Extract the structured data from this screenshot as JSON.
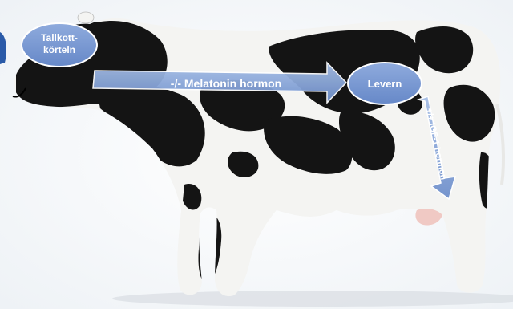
{
  "diagram": {
    "nodes": {
      "pineal_gland": {
        "line1": "Tallkott-",
        "line2": "körteln"
      },
      "liver": {
        "label": "Levern"
      }
    },
    "arrows": {
      "melatonin": {
        "label": "-/- Melatonin hormon"
      },
      "igf1": {
        "label": "+/+ IGF-1 hormon"
      }
    },
    "colors": {
      "node_fill": "#7b9bd3",
      "node_stroke": "#ffffff",
      "arrow_fill": "#86a5d8",
      "text": "#ffffff",
      "cow_black": "#141414",
      "cow_white": "#f4f4f2",
      "background": "#ffffff"
    },
    "illustration": "holstein-cow-photo"
  }
}
